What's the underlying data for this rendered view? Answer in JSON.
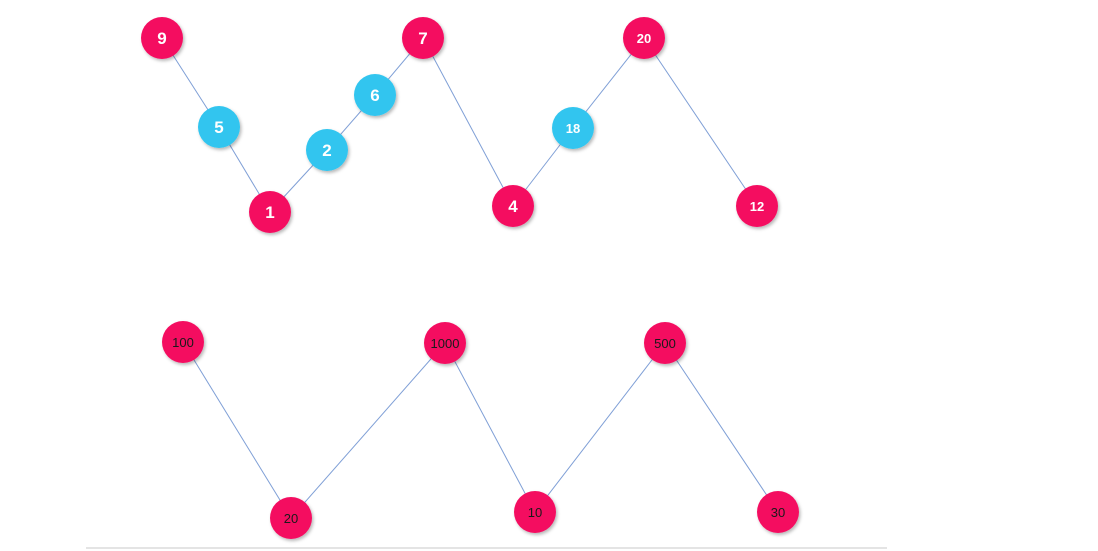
{
  "colors": {
    "peak": "#f40b61",
    "between": "#31c5ef",
    "edge": "#7f9fd6",
    "label_white": "#ffffff",
    "label_dark": "#1a1a1a"
  },
  "diagrams": [
    {
      "id": "top",
      "nodes": [
        {
          "id": "n9",
          "label": "9",
          "kind": "peak"
        },
        {
          "id": "n5",
          "label": "5",
          "kind": "between"
        },
        {
          "id": "n1",
          "label": "1",
          "kind": "peak"
        },
        {
          "id": "n2",
          "label": "2",
          "kind": "between"
        },
        {
          "id": "n6",
          "label": "6",
          "kind": "between"
        },
        {
          "id": "n7",
          "label": "7",
          "kind": "peak"
        },
        {
          "id": "n4",
          "label": "4",
          "kind": "peak"
        },
        {
          "id": "n18",
          "label": "18",
          "kind": "between"
        },
        {
          "id": "n20",
          "label": "20",
          "kind": "peak"
        },
        {
          "id": "n12",
          "label": "12",
          "kind": "peak"
        }
      ],
      "edges": [
        [
          "n9",
          "n5"
        ],
        [
          "n5",
          "n1"
        ],
        [
          "n1",
          "n2"
        ],
        [
          "n2",
          "n6"
        ],
        [
          "n6",
          "n7"
        ],
        [
          "n7",
          "n4"
        ],
        [
          "n4",
          "n18"
        ],
        [
          "n18",
          "n20"
        ],
        [
          "n20",
          "n12"
        ]
      ]
    },
    {
      "id": "bottom",
      "nodes": [
        {
          "id": "m100",
          "label": "100",
          "kind": "peak"
        },
        {
          "id": "m20",
          "label": "20",
          "kind": "peak"
        },
        {
          "id": "m1000",
          "label": "1000",
          "kind": "peak"
        },
        {
          "id": "m10",
          "label": "10",
          "kind": "peak"
        },
        {
          "id": "m500",
          "label": "500",
          "kind": "peak"
        },
        {
          "id": "m30",
          "label": "30",
          "kind": "peak"
        }
      ],
      "edges": [
        [
          "m100",
          "m20"
        ],
        [
          "m20",
          "m1000"
        ],
        [
          "m1000",
          "m10"
        ],
        [
          "m10",
          "m500"
        ],
        [
          "m500",
          "m30"
        ]
      ]
    }
  ]
}
